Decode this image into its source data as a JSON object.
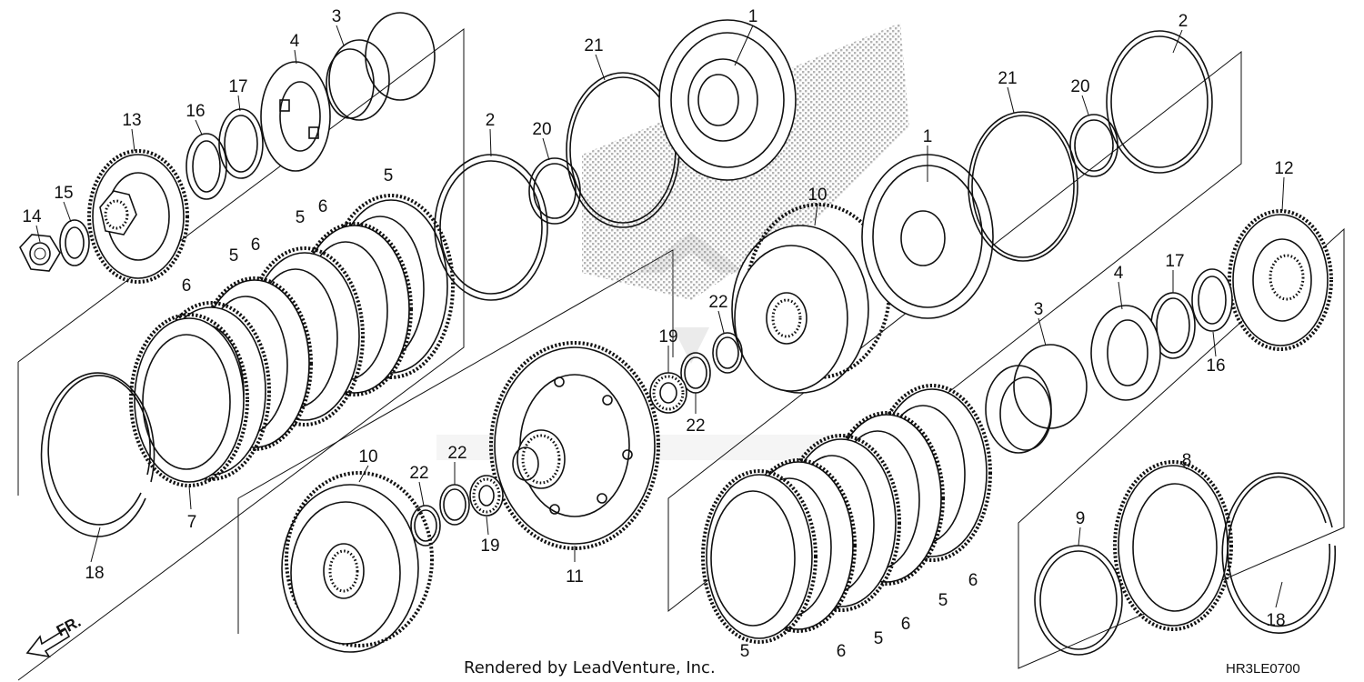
{
  "diagram": {
    "footer_text": "Rendered by LeadVenture, Inc.",
    "diagram_code": "HR3LE0700",
    "direction_label": "FR.",
    "callouts": [
      {
        "id": "c1a",
        "label": "1"
      },
      {
        "id": "c1b",
        "label": "1"
      },
      {
        "id": "c2a",
        "label": "2"
      },
      {
        "id": "c2b",
        "label": "2"
      },
      {
        "id": "c3a",
        "label": "3"
      },
      {
        "id": "c3b",
        "label": "3"
      },
      {
        "id": "c4a",
        "label": "4"
      },
      {
        "id": "c4b",
        "label": "4"
      },
      {
        "id": "c5a",
        "label": "5"
      },
      {
        "id": "c5b",
        "label": "5"
      },
      {
        "id": "c5c",
        "label": "5"
      },
      {
        "id": "c5d",
        "label": "5"
      },
      {
        "id": "c5e",
        "label": "5"
      },
      {
        "id": "c5f",
        "label": "5"
      },
      {
        "id": "c6a",
        "label": "6"
      },
      {
        "id": "c6b",
        "label": "6"
      },
      {
        "id": "c6c",
        "label": "6"
      },
      {
        "id": "c6d",
        "label": "6"
      },
      {
        "id": "c6e",
        "label": "6"
      },
      {
        "id": "c6f",
        "label": "6"
      },
      {
        "id": "c7",
        "label": "7"
      },
      {
        "id": "c8",
        "label": "8"
      },
      {
        "id": "c9",
        "label": "9"
      },
      {
        "id": "c10a",
        "label": "10"
      },
      {
        "id": "c10b",
        "label": "10"
      },
      {
        "id": "c11",
        "label": "11"
      },
      {
        "id": "c12",
        "label": "12"
      },
      {
        "id": "c13",
        "label": "13"
      },
      {
        "id": "c14",
        "label": "14"
      },
      {
        "id": "c15",
        "label": "15"
      },
      {
        "id": "c16a",
        "label": "16"
      },
      {
        "id": "c16b",
        "label": "16"
      },
      {
        "id": "c17a",
        "label": "17"
      },
      {
        "id": "c17b",
        "label": "17"
      },
      {
        "id": "c18a",
        "label": "18"
      },
      {
        "id": "c18b",
        "label": "18"
      },
      {
        "id": "c19a",
        "label": "19"
      },
      {
        "id": "c19b",
        "label": "19"
      },
      {
        "id": "c20a",
        "label": "20"
      },
      {
        "id": "c20b",
        "label": "20"
      },
      {
        "id": "c21a",
        "label": "21"
      },
      {
        "id": "c21b",
        "label": "21"
      },
      {
        "id": "c22a",
        "label": "22"
      },
      {
        "id": "c22b",
        "label": "22"
      },
      {
        "id": "c22c",
        "label": "22"
      }
    ]
  }
}
